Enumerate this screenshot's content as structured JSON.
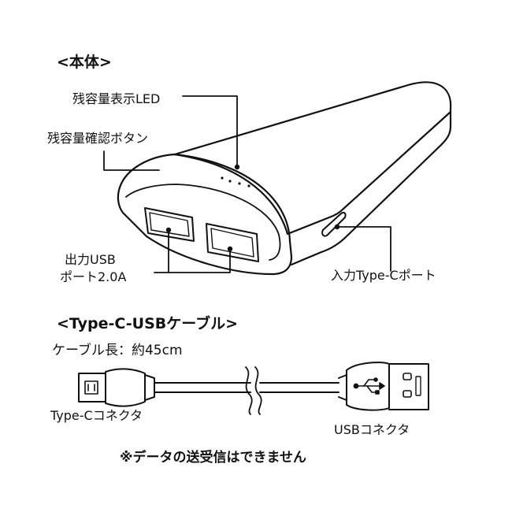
{
  "body_section": {
    "heading": "<本体>",
    "callouts": {
      "led": "残容量表示LED",
      "button": "残容量確認ボタン",
      "usb_out_line1": "出力USB",
      "usb_out_line2": "ポート2.0A",
      "usbc_in": "入力Type-Cポート"
    }
  },
  "cable_section": {
    "heading": "<Type-C-USBケーブル>",
    "length_text": "ケーブル長：約45cm",
    "typec_label": "Type-Cコネクタ",
    "usb_label": "USBコネクタ",
    "note": "※データの送受信はできません"
  },
  "colors": {
    "line": "#111111",
    "background": "#ffffff"
  }
}
